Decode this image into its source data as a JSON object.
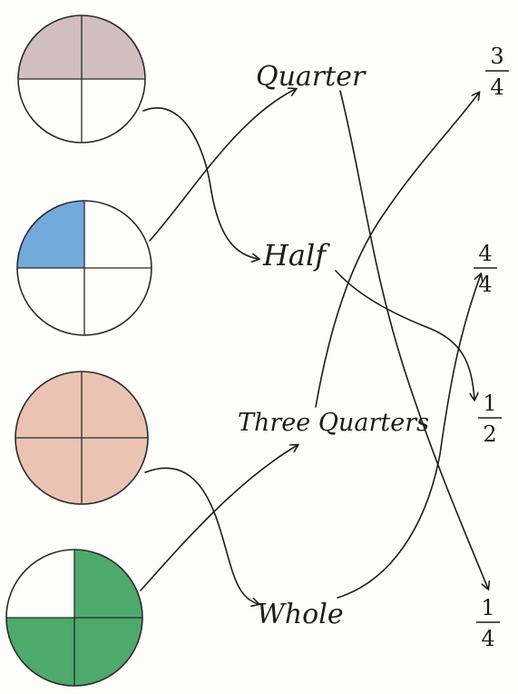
{
  "circles": [
    {
      "name": "circle-half",
      "shaded_quarters": [
        "tl",
        "tr"
      ],
      "color": "#c9b3b3"
    },
    {
      "name": "circle-quarter",
      "shaded_quarters": [
        "tl"
      ],
      "color": "#5a9bd6"
    },
    {
      "name": "circle-whole",
      "shaded_quarters": [
        "tl",
        "tr",
        "bl",
        "br"
      ],
      "color": "#e7b9a6"
    },
    {
      "name": "circle-three-quarters",
      "shaded_quarters": [
        "tr",
        "bl",
        "br"
      ],
      "color": "#2f9a52"
    }
  ],
  "words": {
    "quarter": "Quarter",
    "half": "Half",
    "three_quarters": "Three Quarters",
    "whole": "Whole"
  },
  "fractions": [
    {
      "num": "3",
      "den": "4"
    },
    {
      "num": "4",
      "den": "4"
    },
    {
      "num": "1",
      "den": "2"
    },
    {
      "num": "1",
      "den": "4"
    }
  ],
  "colors": {
    "ink": "#1c1c1c",
    "outline": "#2a2a2a"
  }
}
